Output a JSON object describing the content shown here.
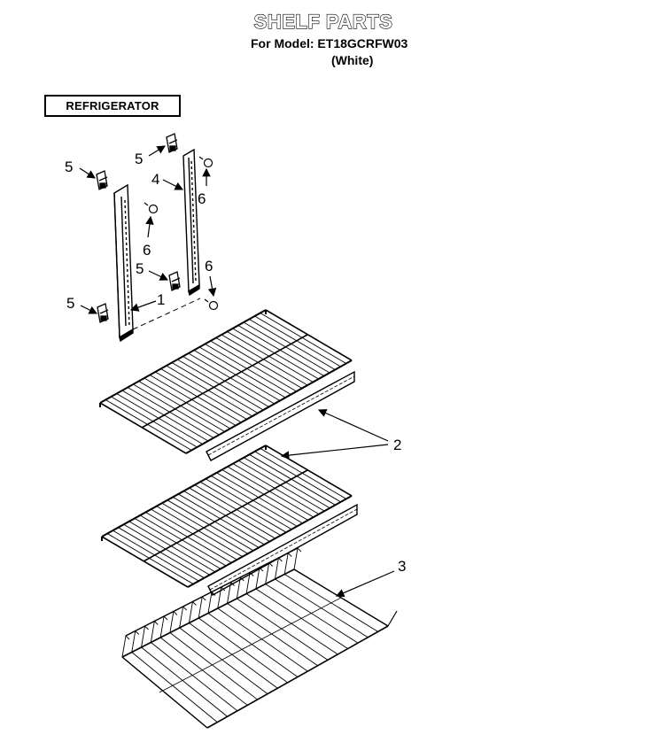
{
  "header": {
    "title": "SHELF PARTS",
    "model_line": "For Model: ET18GCRFW03",
    "variant": "(White)"
  },
  "section": {
    "label": "REFRIGERATOR"
  },
  "callouts": [
    {
      "id": "c5a",
      "number": "5"
    },
    {
      "id": "c5b",
      "number": "5"
    },
    {
      "id": "c4",
      "number": "4"
    },
    {
      "id": "c6a",
      "number": "6"
    },
    {
      "id": "c6b",
      "number": "6"
    },
    {
      "id": "c5c",
      "number": "5"
    },
    {
      "id": "c6c",
      "number": "6"
    },
    {
      "id": "c5d",
      "number": "5"
    },
    {
      "id": "c1",
      "number": "1"
    },
    {
      "id": "c2",
      "number": "2"
    },
    {
      "id": "c3",
      "number": "3"
    }
  ],
  "colors": {
    "ink": "#000000",
    "paper": "#ffffff"
  }
}
